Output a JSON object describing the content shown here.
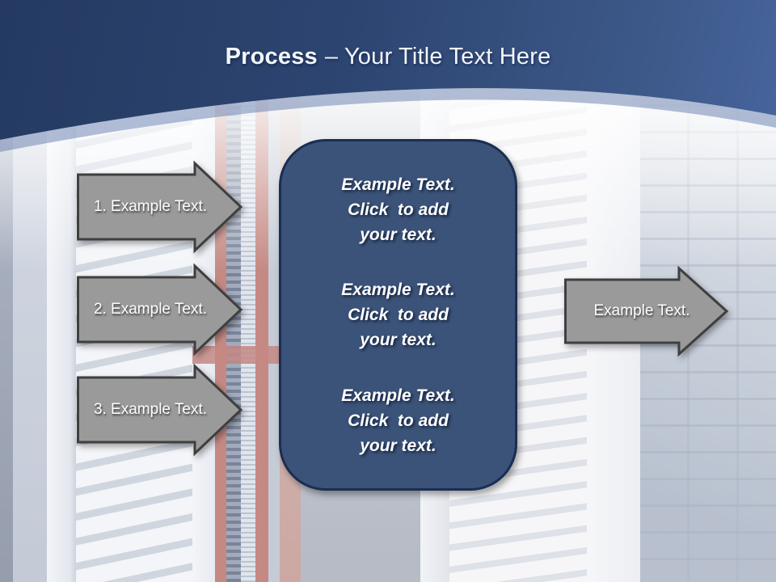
{
  "title": {
    "bold": "Process",
    "rest": "– Your Title Text Here"
  },
  "left_arrows": [
    {
      "label": "1. Example Text."
    },
    {
      "label": "2. Example Text."
    },
    {
      "label": "3. Example Text."
    }
  ],
  "right_arrow": {
    "label": "Example Text."
  },
  "center_box": {
    "paragraphs": [
      "Example Text.\nClick  to add\nyour text.",
      "Example Text.\nClick  to add\nyour text.",
      "Example Text.\nClick  to add\nyour text."
    ]
  },
  "colors": {
    "header_blue_dark": "#243a61",
    "header_blue_light": "#47649d",
    "box_fill": "#3b5379",
    "box_border": "#1b2d52",
    "arrow_fill": "#9a9a9a",
    "arrow_border": "#3f3f3f",
    "accent_red": "#b96f68",
    "text_white": "#ffffff"
  }
}
